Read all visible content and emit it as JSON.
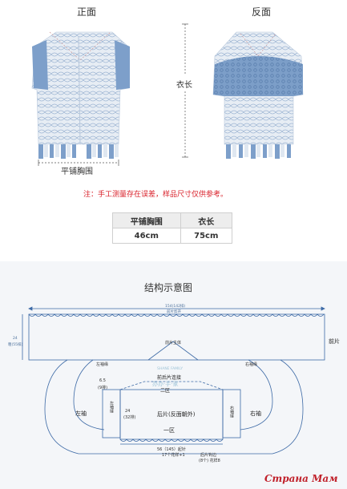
{
  "top": {
    "front_label": "正面",
    "back_label": "反面",
    "length_label": "衣长",
    "chest_label": "平铺胸围",
    "note": "注：手工测量存在误差，样品尺寸仅供参考。"
  },
  "size_table": {
    "headers": [
      "平铺胸围",
      "衣长"
    ],
    "values": [
      "46cm",
      "75cm"
    ]
  },
  "diagram": {
    "title": "结构示意图",
    "width_label": "154(142排)",
    "front_cut_label": "前片剪开",
    "height_label_a": "24",
    "height_label_b": "粗(55排)",
    "front_piece": "前片",
    "front_body": "前片主体",
    "left_sleeve_edge": "左袖缘",
    "right_sleeve_edge": "右袖缘",
    "back_connect": "前后片连接",
    "zone_two": "二区",
    "watermark_a": "SHANE FAMILY",
    "watermark_b": "办办·手·家",
    "sleeve_w_a": "6.5",
    "sleeve_w_b": "(9排)",
    "height2_a": "24",
    "height2_b": "(32排)",
    "left_sleeve": "左袖",
    "right_sleeve": "右袖",
    "left_sleeve_seam": "左袖缝",
    "right_sleeve_seam": "右袖缝",
    "back_piece": "后片(反面朝外)",
    "zone_one": "一区",
    "bottom_a": "56（145）起针",
    "bottom_b": "17个花样+1",
    "hem_a": "后片钩边",
    "hem_b": "(8个) 花样8"
  },
  "site_watermark": "Страна Мам",
  "colors": {
    "accent_red": "#d9202a",
    "diagram_line": "#3d6aa6",
    "garment_blue": "#6e93c0"
  }
}
